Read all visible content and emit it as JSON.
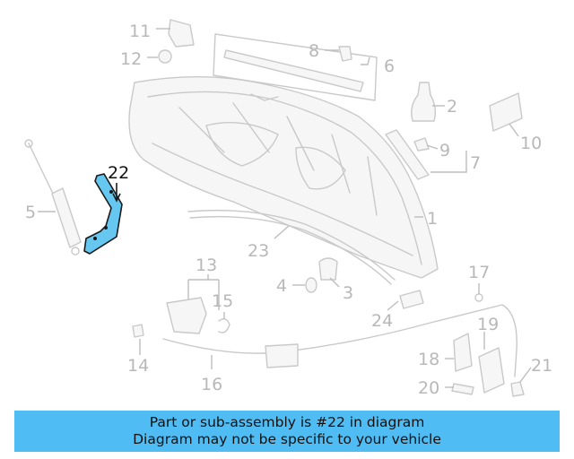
{
  "diagram": {
    "highlighted_part": "22",
    "callouts": [
      "1",
      "2",
      "3",
      "4",
      "5",
      "6",
      "7",
      "8",
      "9",
      "10",
      "11",
      "12",
      "13",
      "14",
      "15",
      "16",
      "17",
      "18",
      "19",
      "20",
      "21",
      "22",
      "23",
      "24"
    ]
  },
  "banner": {
    "line1": "Part or sub-assembly is #22 in diagram",
    "line2": "Diagram may not be specific to your vehicle",
    "color": "#4fbdf3"
  },
  "colors": {
    "highlight": "#66c8f0",
    "parts": "#c9c9c9"
  }
}
